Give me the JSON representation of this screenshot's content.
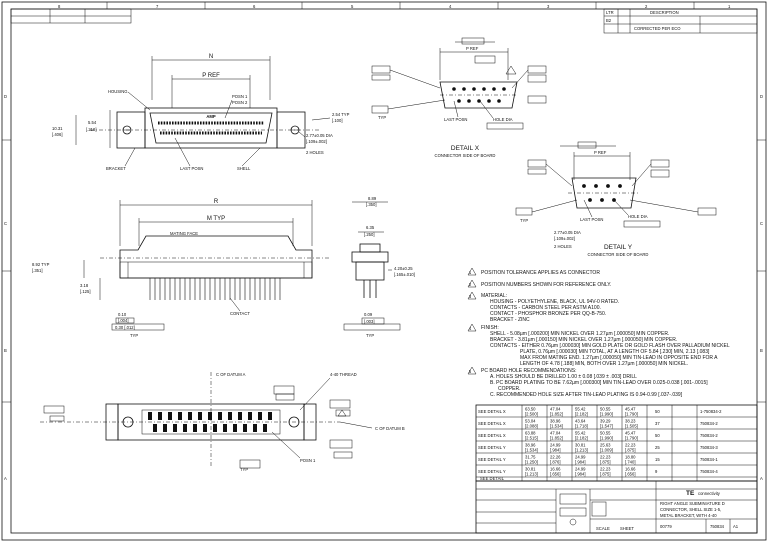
{
  "border": {
    "zones_top": [
      "8",
      "7",
      "6",
      "5",
      "4",
      "3",
      "2",
      "1"
    ],
    "zones_side": [
      "D",
      "C",
      "B",
      "A"
    ]
  },
  "revision": {
    "header_ltr": "LTR",
    "header_desc": "DESCRIPTION",
    "rev_code": "B2",
    "rev_text": "CORRECTED PER ECO"
  },
  "top_view": {
    "dim_n": "N",
    "dim_p": "P REF",
    "posn_label": "POSN 1",
    "posn2_label": "POSN 2",
    "housing": "HOUSING",
    "bracket": "BRACKET",
    "last_posn": "LAST POSN",
    "shell": "SHELL",
    "brand": "AMP",
    "dim_left_a": "10.31",
    "dim_left_a_in": "[.406]",
    "dim_left_b": "5.54",
    "dim_left_b_in": "[.218]",
    "dim_right": "2.54 TYP",
    "dim_right_in": "[.100]",
    "hole_dim": "2.77±0.05 DIA",
    "hole_dim_in": "[.109±.002]",
    "hole_count": "2 HOLES"
  },
  "detail_x": {
    "title": "DETAIL X",
    "subtitle": "CONNECTOR SIDE OF BOARD",
    "p_ref": "P REF",
    "last_posn": "LAST POSN",
    "hole_label": "HOLE DIA",
    "typ": "TYP"
  },
  "detail_y": {
    "title": "DETAIL Y",
    "subtitle": "CONNECTOR SIDE OF BOARD",
    "p_ref": "P REF",
    "last_posn": "LAST POSN",
    "hole_label": "HOLE DIA",
    "hole_dim": "2.77±0.05 DIA",
    "hole_dim_in": "[.109±.002]",
    "hole_count": "2 HOLES",
    "typ": "TYP"
  },
  "front_view": {
    "dim_r": "R",
    "dim_m": "M TYP",
    "mating_face": "MATING FACE",
    "contact": "CONTACT",
    "dim_a": "8.92 TYP",
    "dim_a_in": "[.351]",
    "dim_b": "3.18",
    "dim_b_in": "[.125]",
    "dim_c": "0.10",
    "dim_c_in": "[.004]",
    "tol": "0.30 [.012]",
    "typ": "TYP"
  },
  "side_view": {
    "dim_top": "8.89",
    "dim_top_in": "[.350]",
    "dim_mid": "6.35",
    "dim_mid_in": "[.250]",
    "dim_right": "4.20±0.25",
    "dim_right_in": "[.165±.010]",
    "dim_bottom": "0.09",
    "dim_bottom_in": "[.003]",
    "typ": "TYP"
  },
  "notes": [
    "POSITION TOLERANCE APPLIES AS CONNECTOR",
    "POSITION NUMBERS SHOWN FOR REFERENCE ONLY.",
    "MATERIAL:",
    "HOUSING - POLYETHYLENE, BLACK, UL 94V-0 RATED.",
    "CONTACTS - CARBON STEEL PER ASTM A100.",
    "CONTACT - PHOSPHOR BRONZE PER QQ-B-750.",
    "BRACKET - ZINC",
    "FINISH:",
    "SHELL - 5.08µm [.000200] MIN NICKEL OVER 1.27µm [.000050] MIN COPPER.",
    "BRACKET - 3.81µm [.000150] MIN NICKEL OVER 1.27µm [.000050] MIN COPPER.",
    "CONTACTS - EITHER 0.76µm [.000030] MIN GOLD PLATE OR GOLD FLASH OVER PALLADIUM NICKEL",
    "PLATE, 0.76µm [.000030] MIN TOTAL, AT A LENGTH OF 5.84 [.230] MIN, 2.13 [.083]",
    "MAX FROM MATING END. 1.27µm [.000050] MIN TIN-LEAD IN OPPOSITE END FOR A",
    "LENGTH OF 4.78 [.188] MIN, BOTH OVER 1.27µm [.000050] MIN NICKEL.",
    "PC BOARD HOLE RECOMMENDATIONS:",
    "A. HOLES SHOULD BE DRILLED 1.00 ± 0.08 [.039 ± .003] DRILL",
    "B. PC BOARD PLATING TO BE 7.62µm [.000300] MIN TIN-LEAD OVER 0.025-0.038 [.001-.0015]",
    "COPPER.",
    "C. RECOMMENDED HOLE SIZE AFTER TIN-LEAD PLATING IS 0.94-0.99 [.037-.039]"
  ],
  "note_numbers": [
    "1",
    "2",
    "3",
    "4",
    "5"
  ],
  "bottom_view": {
    "datum_a": "C OF DATUM A",
    "datum_b": "C OF DATUM B",
    "thread": "4-40 THREAD",
    "posn1": "POSN 1",
    "boss": "A",
    "typ": "TYP"
  },
  "table": {
    "rows": [
      {
        "detail": "SEE DETAIL X",
        "n": "63.50",
        "n_in": "[2.500]",
        "p": "47.04",
        "p_in": "[1.852]",
        "r": "55.42",
        "r_in": "[2.182]",
        "m": "50.55",
        "m_in": "[1.990]",
        "s": "45.47",
        "s_in": "[1.790]",
        "posn": "50",
        "part": "1-750834-2"
      },
      {
        "detail": "SEE DETAIL X",
        "n": "53.04",
        "n_in": "[2.088]",
        "p": "38.96",
        "p_in": "[1.534]",
        "r": "43.64",
        "r_in": "[1.718]",
        "m": "39.29",
        "m_in": "[1.547]",
        "s": "38.23",
        "s_in": "[1.505]",
        "posn": "37",
        "part": "750834-2"
      },
      {
        "detail": "SEE DETAIL X",
        "n": "63.88",
        "n_in": "[2.515]",
        "p": "47.04",
        "p_in": "[1.852]",
        "r": "55.42",
        "r_in": "[2.182]",
        "m": "50.55",
        "m_in": "[1.990]",
        "s": "45.47",
        "s_in": "[1.790]",
        "posn": "50",
        "part": "750834-2"
      },
      {
        "detail": "SEE DETAIL Y",
        "n": "38.96",
        "n_in": "[1.534]",
        "p": "24.99",
        "p_in": "[.984]",
        "r": "30.81",
        "r_in": "[1.213]",
        "m": "25.63",
        "m_in": "[1.009]",
        "s": "22.23",
        "s_in": "[.875]",
        "posn": "25",
        "part": "750834-3"
      },
      {
        "detail": "SEE DETAIL Y",
        "n": "31.75",
        "n_in": "[1.250]",
        "p": "22.26",
        "p_in": "[.876]",
        "r": "24.99",
        "r_in": "[.984]",
        "m": "22.23",
        "m_in": "[.875]",
        "s": "18.80",
        "s_in": "[.740]",
        "posn": "15",
        "part": "750834-1"
      },
      {
        "detail": "SEE DETAIL Y",
        "n": "30.81",
        "n_in": "[1.213]",
        "p": "16.66",
        "p_in": "[.656]",
        "r": "24.99",
        "r_in": "[.984]",
        "m": "22.23",
        "m_in": "[.875]",
        "s": "16.66",
        "s_in": "[.656]",
        "posn": "9",
        "part": "750834-4"
      }
    ],
    "footer": "SEE DETAIL"
  },
  "title_block": {
    "company": "TE",
    "company_sub": "connectivity",
    "title_l1": "RIGHT ANGLE SUBMINIATURE D",
    "title_l2": "CONNECTOR, SHELL SIZE 1-5,",
    "title_l3": "METAL BRACKET, WITH 4-40",
    "dwg_label": "750834",
    "scale": "SCALE",
    "sheet": "SHEET",
    "size": "A1",
    "cage": "00779"
  }
}
